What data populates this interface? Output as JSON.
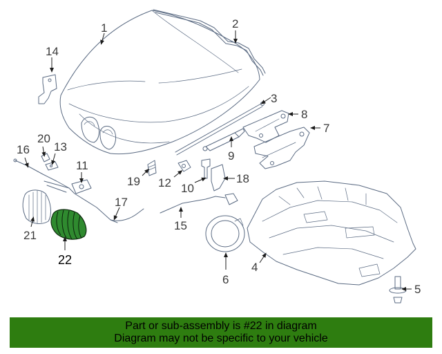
{
  "callouts": {
    "p1": "1",
    "p2": "2",
    "p3": "3",
    "p4": "4",
    "p5": "5",
    "p6": "6",
    "p7": "7",
    "p8": "8",
    "p9": "9",
    "p10": "10",
    "p11": "11",
    "p12": "12",
    "p13": "13",
    "p14": "14",
    "p15": "15",
    "p16": "16",
    "p17": "17",
    "p18": "18",
    "p19": "19",
    "p20": "20",
    "p21": "21",
    "p22": "22"
  },
  "highlighted_part": "22",
  "banner": {
    "line1": "Part or sub-assembly is #22 in diagram",
    "line2": "Diagram may not be specific to your vehicle",
    "background": "#2e7d10"
  },
  "colors": {
    "line_art": "#5a6a82",
    "highlight_fill": "#2f8a2f"
  }
}
